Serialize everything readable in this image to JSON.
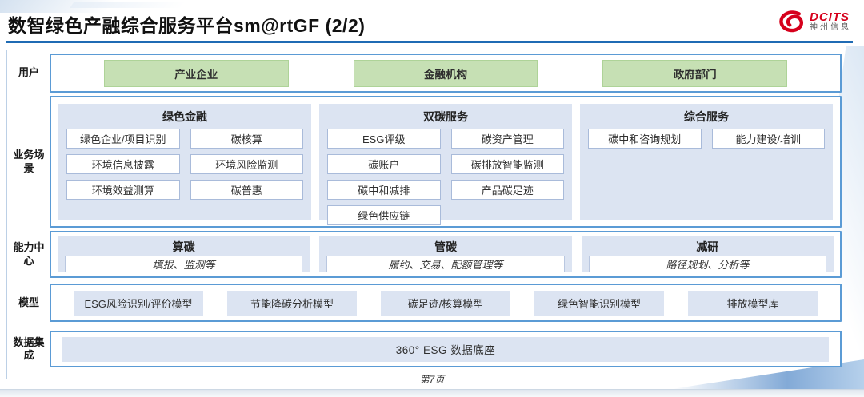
{
  "header": {
    "title": "数智绿色产融综合服务平台sm@rtGF (2/2)",
    "logo": {
      "brand": "DCITS",
      "sub": "神州信息",
      "icon": "dcits-swirl-logo"
    }
  },
  "rows": {
    "users": {
      "label": "用户",
      "items": [
        "产业企业",
        "金融机构",
        "政府部门"
      ]
    },
    "scenarios": {
      "label": "业务场景",
      "panels": [
        {
          "title": "绿色金融",
          "items": [
            "绿色企业/项目识别",
            "碳核算",
            "环境信息披露",
            "环境风险监测",
            "环境效益测算",
            "碳普惠"
          ]
        },
        {
          "title": "双碳服务",
          "items": [
            "ESG评级",
            "碳资产管理",
            "碳账户",
            "碳排放智能监测",
            "碳中和减排",
            "产品碳足迹",
            "绿色供应链"
          ]
        },
        {
          "title": "综合服务",
          "items": [
            "碳中和咨询规划",
            "能力建设/培训"
          ]
        }
      ]
    },
    "capabilities": {
      "label": "能力中心",
      "panels": [
        {
          "title": "算碳",
          "desc": "填报、监测等"
        },
        {
          "title": "管碳",
          "desc": "履约、交易、配额管理等"
        },
        {
          "title": "减研",
          "desc": "路径规划、分析等"
        }
      ]
    },
    "models": {
      "label": "模型",
      "items": [
        "ESG风险识别/评价模型",
        "节能降碳分析模型",
        "碳足迹/核算模型",
        "绿色智能识别模型",
        "排放模型库"
      ]
    },
    "data_integration": {
      "label": "数据集成",
      "items": [
        "360° ESG 数据底座"
      ]
    }
  },
  "footer": {
    "page": "第7页"
  },
  "colors": {
    "accent_blue": "#5b9bd5",
    "header_line_blue": "#1f6bb4",
    "panel_blue": "#dce4f2",
    "user_green": "#c6e0b4",
    "brand_red": "#d6001c"
  }
}
